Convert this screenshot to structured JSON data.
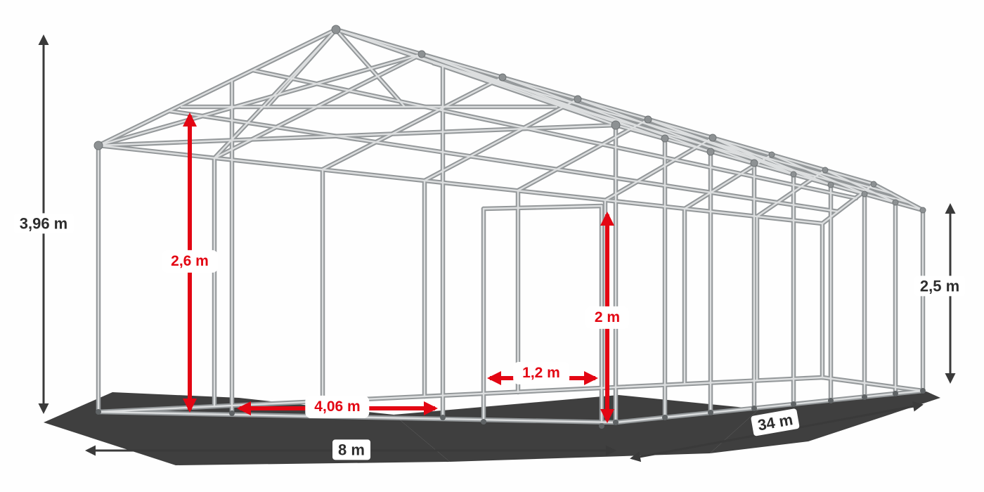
{
  "diagram": {
    "type": "tent-frame-dimension-drawing",
    "dimensions": {
      "total_height": "3,96 m",
      "passage_height": "2,6 m",
      "door_height": "2 m",
      "door_width": "1,2 m",
      "entrance_width": "4,06 m",
      "width": "8 m",
      "length": "34 m",
      "side_height": "2,5 m"
    },
    "colors": {
      "dimension_red": "#e30613",
      "dimension_black": "#2d2d2d",
      "frame_gray": "#94989a",
      "shadow": "#242424",
      "background": "#fefefe"
    }
  }
}
